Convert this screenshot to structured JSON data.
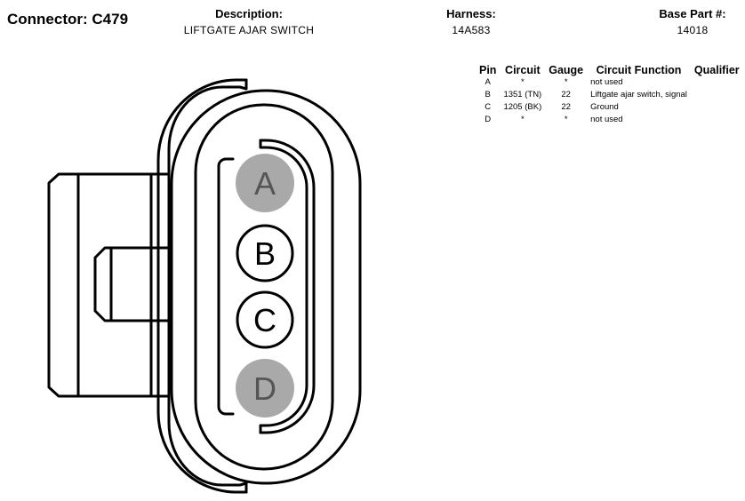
{
  "header": {
    "connector_label": "Connector: C479",
    "description_label": "Description:",
    "description_value": "LIFTGATE AJAR SWITCH",
    "harness_label": "Harness:",
    "harness_value": "14A583",
    "base_part_label": "Base Part #:",
    "base_part_value": "14018"
  },
  "pin_table": {
    "columns": [
      "Pin",
      "Circuit",
      "Gauge",
      "Circuit Function",
      "Qualifier"
    ],
    "rows": [
      {
        "pin": "A",
        "circuit": "*",
        "gauge": "*",
        "function": "not used",
        "qualifier": ""
      },
      {
        "pin": "B",
        "circuit": "1351 (TN)",
        "gauge": "22",
        "function": "Liftgate ajar switch, signal",
        "qualifier": ""
      },
      {
        "pin": "C",
        "circuit": "1205 (BK)",
        "gauge": "22",
        "function": "Ground",
        "qualifier": ""
      },
      {
        "pin": "D",
        "circuit": "*",
        "gauge": "*",
        "function": "not used",
        "qualifier": ""
      }
    ]
  },
  "diagram": {
    "pins": [
      {
        "label": "A",
        "used": false
      },
      {
        "label": "B",
        "used": true
      },
      {
        "label": "C",
        "used": true
      },
      {
        "label": "D",
        "used": false
      }
    ],
    "colors": {
      "unused_fill": "#a9a9a9",
      "used_fill": "#ffffff",
      "stroke": "#000000"
    }
  }
}
